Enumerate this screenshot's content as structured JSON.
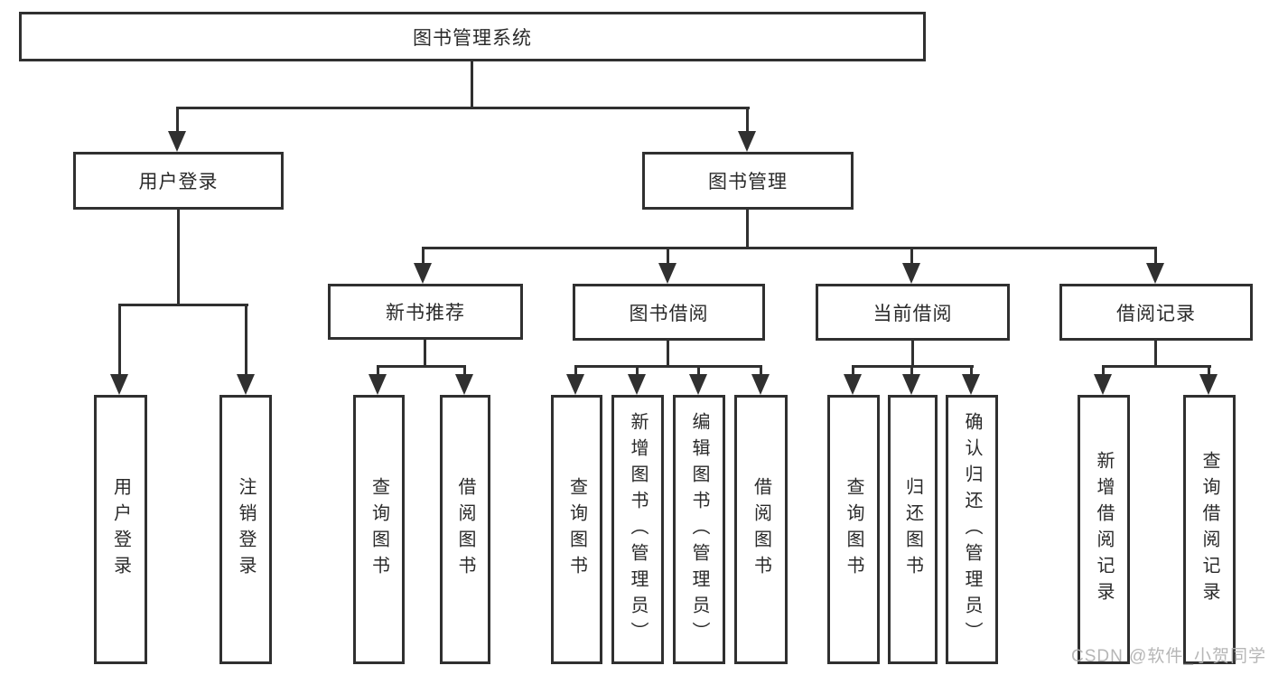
{
  "tree": {
    "label": "图书管理系统",
    "children": [
      {
        "label": "用户登录",
        "children": [
          {
            "label": "用户登录"
          },
          {
            "label": "注销登录"
          }
        ]
      },
      {
        "label": "图书管理",
        "children": [
          {
            "label": "新书推荐",
            "children": [
              {
                "label": "查询图书"
              },
              {
                "label": "借阅图书"
              }
            ]
          },
          {
            "label": "图书借阅",
            "children": [
              {
                "label": "查询图书"
              },
              {
                "label": "新增图书（管理员）"
              },
              {
                "label": "编辑图书（管理员）"
              },
              {
                "label": "借阅图书"
              }
            ]
          },
          {
            "label": "当前借阅",
            "children": [
              {
                "label": "查询图书"
              },
              {
                "label": "归还图书"
              },
              {
                "label": "确认归还（管理员）"
              }
            ]
          },
          {
            "label": "借阅记录",
            "children": [
              {
                "label": "新增借阅记录"
              },
              {
                "label": "查询借阅记录"
              }
            ]
          }
        ]
      }
    ]
  },
  "watermark": "CSDN @软件_小贺同学",
  "colors": {
    "line": "#303030",
    "text": "#2a2a2a",
    "background": "#ffffff",
    "watermark": "#b2b2b2"
  }
}
